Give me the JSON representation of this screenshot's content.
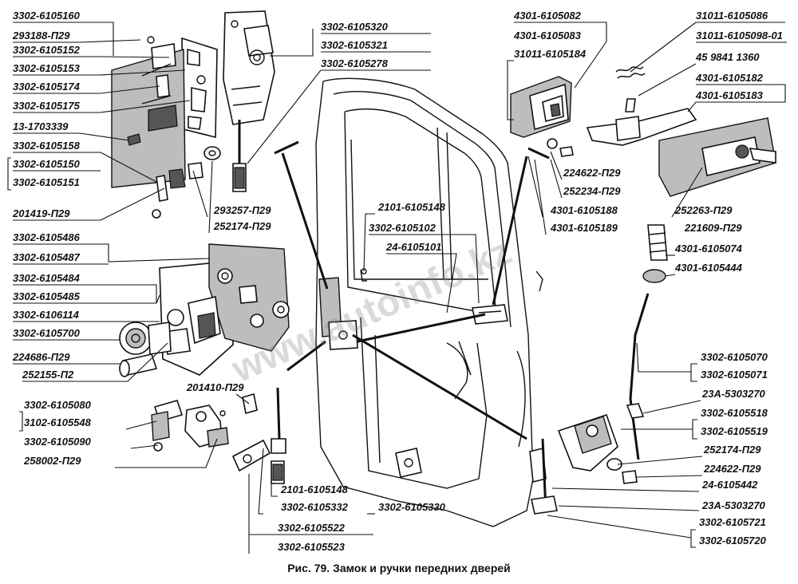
{
  "caption": "Рис. 79. Замок и ручки передних дверей",
  "watermark": "www.autoinfo.kz",
  "labels": [
    "3302-6105160",
    "293188-П29",
    "3302-6105152",
    "3302-6105153",
    "3302-6105174",
    "3302-6105175",
    "13-1703339",
    "3302-6105158",
    "3302-6105150",
    "3302-6105151",
    "201419-П29",
    "3302-6105320",
    "3302-6105321",
    "3302-6105278",
    "293257-П29",
    "252174-П29",
    "4301-6105082",
    "4301-6105083",
    "31011-6105184",
    "31011-6105086",
    "31011-6105098-01",
    "45 9841 1360",
    "4301-6105182",
    "4301-6105183",
    "224622-П29",
    "252234-П29",
    "4301-6105188",
    "4301-6105189",
    "252263-П29",
    "221609-П29",
    "4301-6105074",
    "4301-6105444",
    "2101-6105148",
    "3302-6105102",
    "24-6105101",
    "3302-6105486",
    "3302-6105487",
    "3302-6105484",
    "3302-6105485",
    "3302-6106114",
    "3302-6105700",
    "224686-П29",
    "252155-П2",
    "201410-П29",
    "3302-6105080",
    "3102-6105548",
    "3302-6105090",
    "258002-П29",
    "2101-6105148",
    "3302-6105332",
    "3302-6105330",
    "3302-6105522",
    "3302-6105523",
    "3302-6105070",
    "3302-6105071",
    "23А-5303270",
    "3302-6105518",
    "3302-6105519",
    "252174-П29",
    "224622-П29",
    "24-6105442",
    "23А-5303270",
    "3302-6105721",
    "3302-6105720"
  ]
}
